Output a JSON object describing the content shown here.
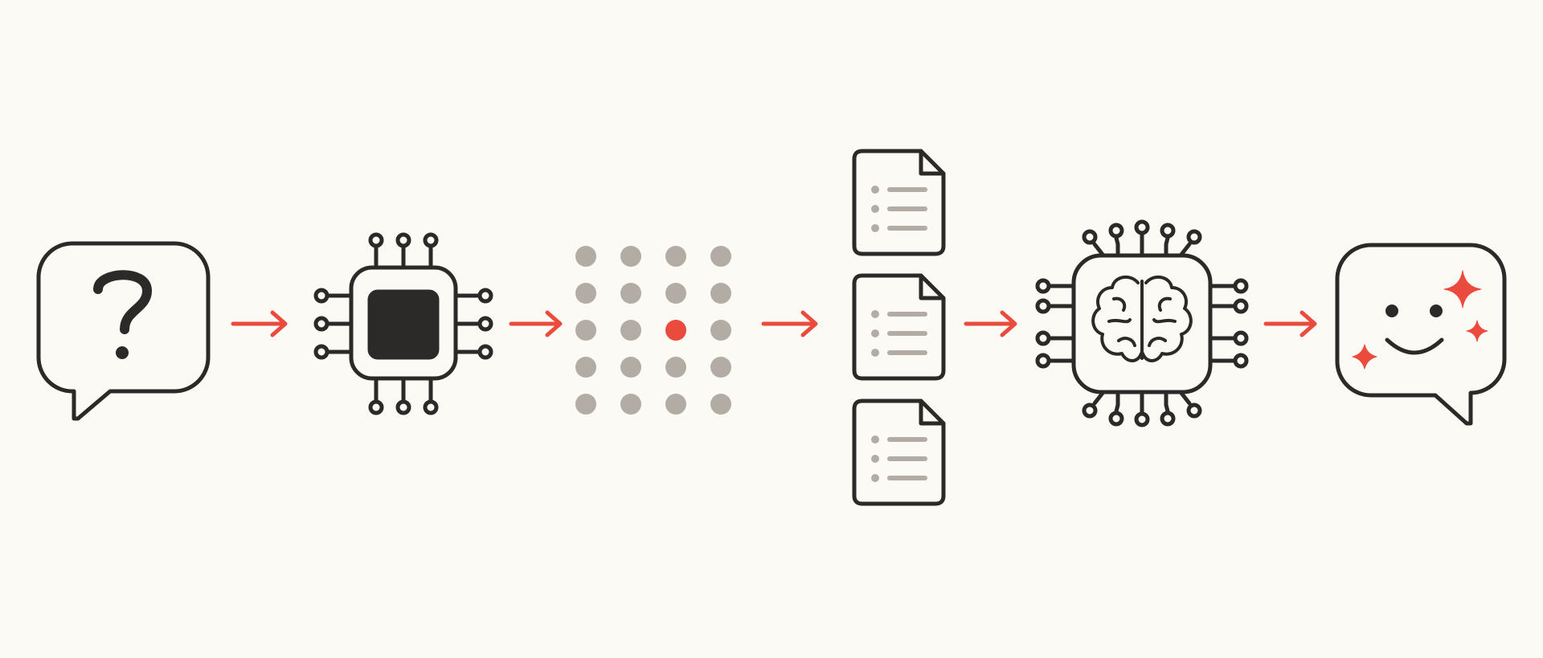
{
  "diagram": {
    "colors": {
      "background": "#fbfaf5",
      "stroke": "#2b2a28",
      "accent": "#ea4b3c",
      "grid_dot": "#b3aca5",
      "doc_line": "#b3aca5"
    },
    "steps": [
      {
        "id": "question",
        "icon": "question-speech-bubble-icon"
      },
      {
        "id": "processor",
        "icon": "processor-chip-icon"
      },
      {
        "id": "vector",
        "icon": "dot-grid-icon",
        "rows": 5,
        "cols": 4,
        "highlight": [
          2,
          2
        ]
      },
      {
        "id": "documents",
        "icon": "document-stack-icon",
        "count": 3
      },
      {
        "id": "model",
        "icon": "brain-chip-icon"
      },
      {
        "id": "answer",
        "icon": "smiley-speech-bubble-icon"
      }
    ],
    "connectors": [
      {
        "from": "question",
        "to": "processor",
        "icon": "arrow-right-icon"
      },
      {
        "from": "processor",
        "to": "vector",
        "icon": "arrow-right-icon"
      },
      {
        "from": "vector",
        "to": "documents",
        "icon": "arrow-right-icon"
      },
      {
        "from": "documents",
        "to": "model",
        "icon": "arrow-right-icon"
      },
      {
        "from": "model",
        "to": "answer",
        "icon": "arrow-right-icon"
      }
    ]
  }
}
